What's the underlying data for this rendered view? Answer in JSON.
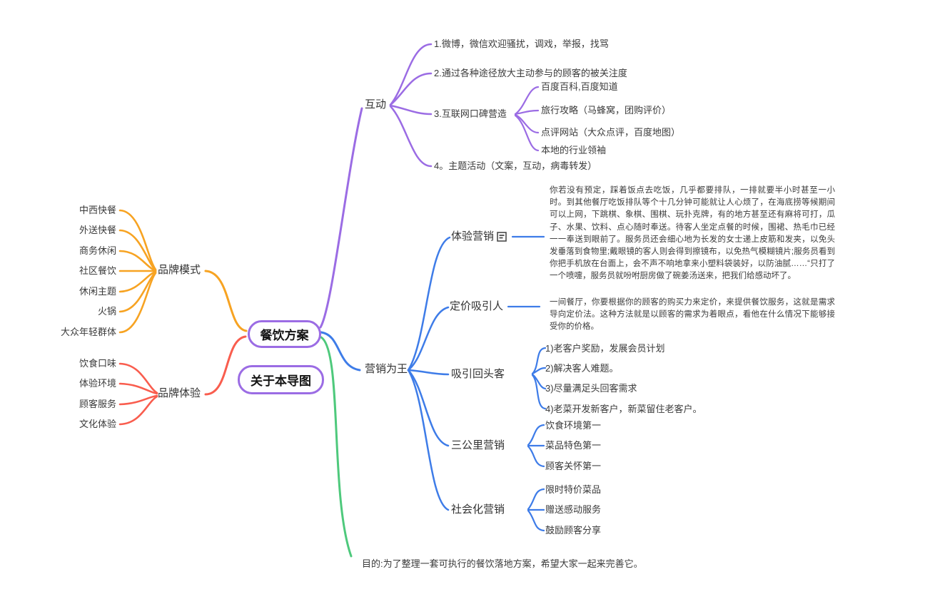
{
  "colors": {
    "purple": "#9b6ce4",
    "orange": "#f7a322",
    "red": "#f95d4e",
    "blue": "#3e7ce8",
    "green": "#4ec97c",
    "text": "#3a3a3a"
  },
  "root": {
    "label": "餐饮方案"
  },
  "about": {
    "label": "关于本导图"
  },
  "brand_mode": {
    "label": "品牌模式",
    "children": [
      "中西快餐",
      "外送快餐",
      "商务休闲",
      "社区餐饮",
      "休闲主题",
      "火锅",
      "大众年轻群体"
    ]
  },
  "brand_experience": {
    "label": "品牌体验",
    "children": [
      "饮食口味",
      "体验环境",
      "顾客服务",
      "文化体验"
    ]
  },
  "interaction": {
    "label": "互动",
    "items": [
      "1.微博，微信欢迎骚扰，调戏，举报，找骂",
      "2.通过各种途径放大主动参与的顾客的被关注度",
      "3.互联网口碑营造",
      "4。主题活动（文案，互动，病毒转发）"
    ],
    "reputation_children": [
      "百度百科,百度知道",
      "旅行攻略（马蜂窝，团购评价）",
      "点评网站（大众点评，百度地图）",
      "本地的行业领袖"
    ]
  },
  "marketing": {
    "label": "营销为王",
    "experience": {
      "label": "体验营销",
      "note": "你若没有预定，踩着饭点去吃饭，几乎都要排队，一排就要半小时甚至一小时。到其他餐厅吃饭排队等个十几分钟可能就让人心烦了，在海底捞等候期间可以上网，下跳棋、象棋、围棋、玩扑克牌，有的地方甚至还有麻将可打，瓜子、水果、饮料、点心随时奉送。待客人坐定点餐的时候，围裙、热毛巾已经一一奉送到眼前了。服务员还会细心地为长发的女士递上皮筋和发夹，以免头发垂落到食物里;戴眼镜的客人则会得到擦镜布，以免热气模糊镜片;服务员看到你把手机放在台面上，会不声不响地拿来小塑料袋装好，以防油腻……“只打了一个喷嚏，服务员就吩咐厨房做了碗姜汤送来，把我们给感动坏了。"
    },
    "pricing": {
      "label": "定价吸引人",
      "note": "一间餐厅，你要根据你的顾客的购买力来定价，来提供餐饮服务，这就是需求导向定价法。这种方法就是以顾客的需求为着眼点，看他在什么情况下能够接受你的价格。"
    },
    "repeat_customers": {
      "label": "吸引回头客",
      "children": [
        "1)老客户奖励，发展会员计划",
        "2)解决客人难题。",
        "3)尽量满足头回客需求",
        "4)老菜开发新客户，新菜留住老客户。"
      ]
    },
    "three_km": {
      "label": "三公里营销",
      "children": [
        "饮食环境第一",
        "菜品特色第一",
        "顾客关怀第一"
      ]
    },
    "social": {
      "label": "社会化营销",
      "children": [
        "限时特价菜品",
        "赠送感动服务",
        "鼓励顾客分享"
      ]
    }
  },
  "purpose": {
    "label": "目的:为了整理一套可执行的餐饮落地方案，希望大家一起来完善它。"
  }
}
